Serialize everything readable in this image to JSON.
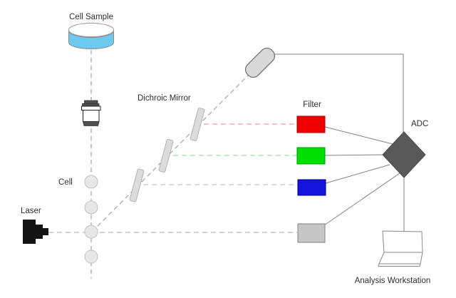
{
  "labels": {
    "cell_sample": "Cell Sample",
    "dichroic_mirror": "Dichroic Mirror",
    "cell": "Cell",
    "laser": "Laser",
    "filter": "Filter",
    "adc": "ADC",
    "analysis_workstation": "Analysis Workstation"
  },
  "colors": {
    "sample_liquid": "#6ec9ef",
    "dish_outline": "#999999",
    "detector_fill": "#d9d9d9",
    "detector_border": "#6e6e6e",
    "mirror_fill": "#dcdcdc",
    "mirror_border": "#b2b2b2",
    "cell_fill": "#e7e7e7",
    "cell_border": "#c2c2c2",
    "laser_fill": "#141414",
    "objective_dark": "#4f4f4f",
    "objective_light": "#ffffff",
    "objective_border": "#222222",
    "adc_fill": "#595959",
    "adc_border": "#4a4a4a",
    "laptop_fill": "#ffffff",
    "laptop_border": "#8a8a8a",
    "connector": "#808080",
    "beam_gray": "#a3a3a3",
    "beam_red": "#e08585",
    "beam_green": "#84d884",
    "beam_blue": "#b5b5c9"
  },
  "filters": [
    {
      "name": "red-filter",
      "fill": "#ee0000",
      "border": "#aa0000"
    },
    {
      "name": "green-filter",
      "fill": "#00dd00",
      "border": "#009900"
    },
    {
      "name": "blue-filter",
      "fill": "#1414dd",
      "border": "#000099"
    },
    {
      "name": "neutral-filter",
      "fill": "#c6c6c6",
      "border": "#808080"
    }
  ]
}
